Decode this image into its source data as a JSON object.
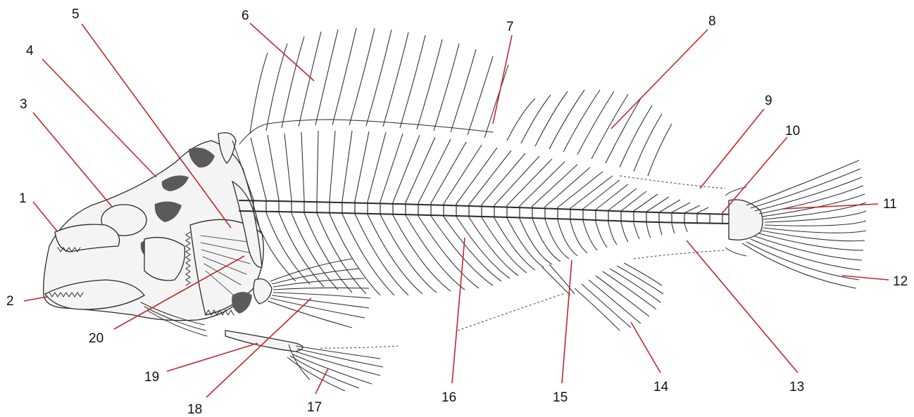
{
  "figure": {
    "subject": "fish-skeleton",
    "labels": [
      "1",
      "2",
      "3",
      "4",
      "5",
      "6",
      "7",
      "8",
      "9",
      "10",
      "11",
      "12",
      "13",
      "14",
      "15",
      "16",
      "17",
      "18",
      "19",
      "20"
    ],
    "leader_color": "#c1272d",
    "label_color": "#111111"
  }
}
